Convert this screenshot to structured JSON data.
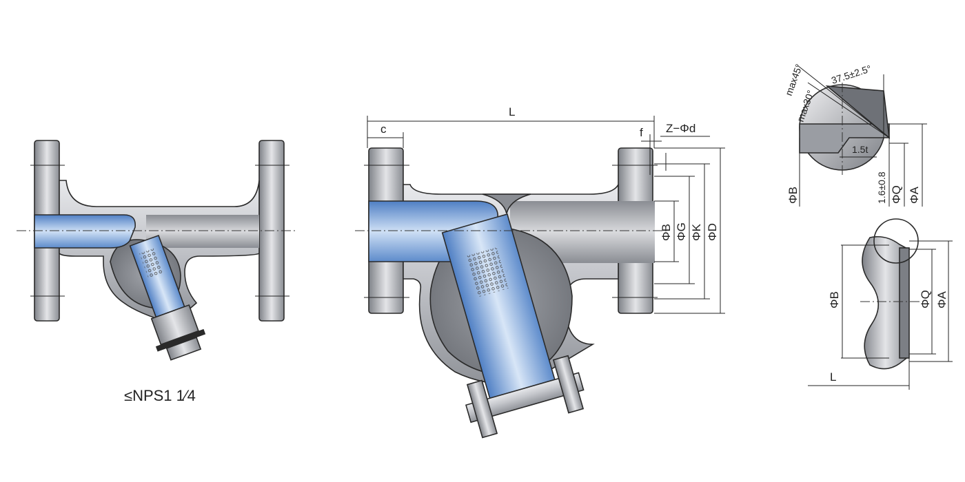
{
  "small_strainer": {
    "caption": "≤NPS1 1⁄4"
  },
  "large_strainer": {
    "length_label": "L",
    "flange_thickness_label": "c",
    "raised_face_label": "f",
    "bolt_holes_label": "Z−Φd",
    "diameter_labels": [
      "ΦB",
      "ΦG",
      "ΦK",
      "ΦD"
    ]
  },
  "weld_bevel_detail": {
    "angle_max45": "max45°",
    "angle_max30": "max30°",
    "bevel_angle": "37.5±2.5°",
    "land_width": "1.5t",
    "root_face": "1.6±0.8",
    "labels": [
      "ΦB",
      "ΦQ",
      "ΦA"
    ]
  },
  "butt_weld_end": {
    "labels": [
      "ΦB",
      "ΦQ",
      "ΦA"
    ],
    "length_label": "L"
  },
  "colors": {
    "steel": "#b9bcc2",
    "flow_blue": "#7aa6dc",
    "outline": "#2a2a2a"
  }
}
